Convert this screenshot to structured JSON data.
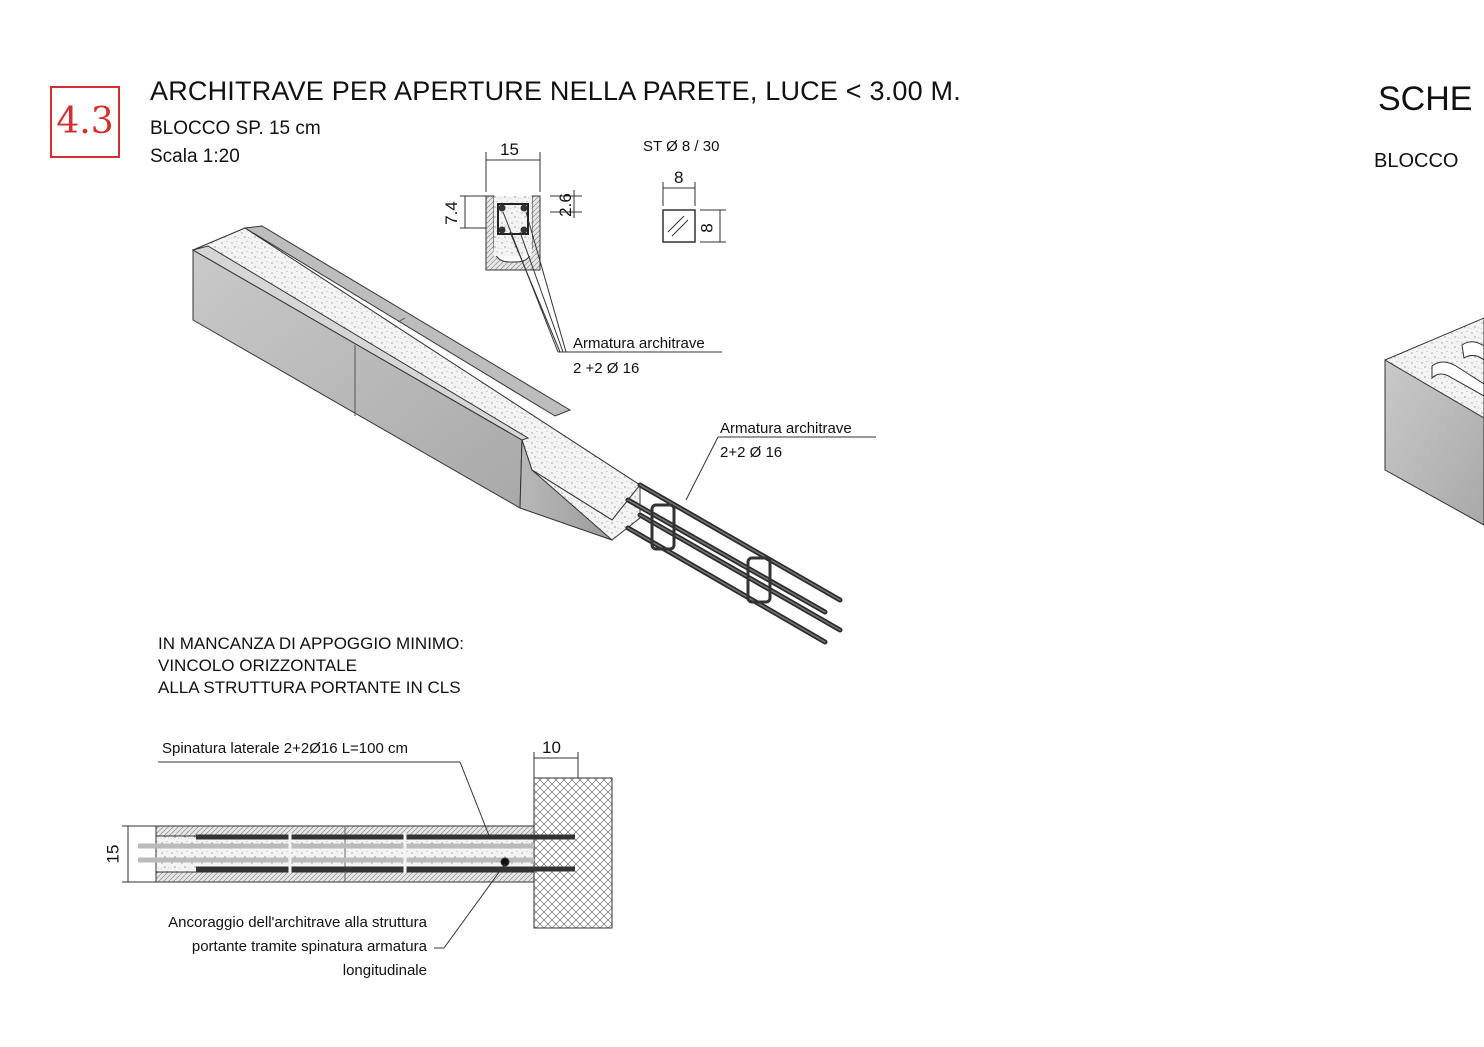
{
  "header": {
    "section_number": "4.3",
    "title": "ARCHITRAVE PER APERTURE NELLA PARETE, LUCE < 3.00 M.",
    "block_spec": "BLOCCO SP. 15 cm",
    "scale": "Scala 1:20"
  },
  "section_detail": {
    "width_dim": "15",
    "height_dim_left": "7.4",
    "height_dim_right": "2.6",
    "stirrup_spec": "ST Ø 8 / 30",
    "stirrup_w": "8",
    "stirrup_h": "8"
  },
  "callouts": {
    "section_rebar_title": "Armatura architrave",
    "section_rebar_spec": "2 +2 Ø 16",
    "iso_rebar_title": "Armatura architrave",
    "iso_rebar_spec": "2+2 Ø 16"
  },
  "note": {
    "line1": "IN MANCANZA DI APPOGGIO MINIMO:",
    "line2": "VINCOLO ORIZZONTALE",
    "line3": "ALLA STRUTTURA PORTANTE IN CLS"
  },
  "plan_detail": {
    "dowel_label": "Spinatura laterale 2+2Ø16 L=100 cm",
    "wall_dim": "10",
    "thickness_dim": "15",
    "anchor_line1": "Ancoraggio dell'architrave alla struttura",
    "anchor_line2": "portante tramite spinatura armatura",
    "anchor_line3": "longitudinale"
  },
  "right_panel": {
    "title": "SCHE",
    "subtitle": "BLOCCO"
  }
}
